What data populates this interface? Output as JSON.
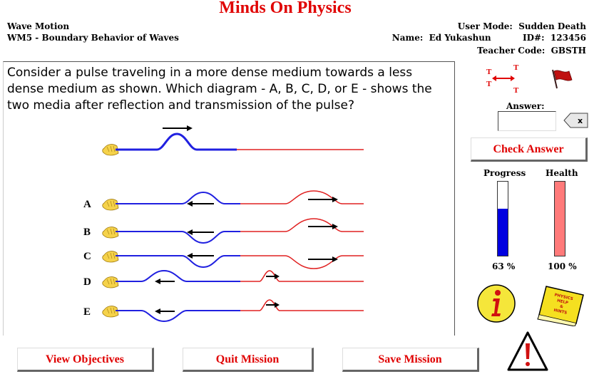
{
  "header": {
    "app_title": "Minds On Physics",
    "topic": "Wave Motion",
    "mission": "WM5 - Boundary Behavior of Waves",
    "user_mode_label": "User Mode:",
    "user_mode": "Sudden Death",
    "name_label": "Name:",
    "name": "Ed Yukashun",
    "id_label": "ID#:",
    "id": "123456",
    "teacher_code_label": "Teacher Code:",
    "teacher_code": "GBSTH"
  },
  "question": {
    "text": "Consider a pulse traveling in a more dense medium towards a less dense medium as shown. Which diagram - A, B, C, D, or E - shows the two media after reflection and transmission of the pulse?",
    "options": [
      "A",
      "B",
      "C",
      "D",
      "E"
    ]
  },
  "tools": {
    "translate_icon_letters": [
      "T",
      "T",
      "T",
      "T"
    ],
    "answer_label": "Answer:",
    "answer_value": "",
    "clear_label": "x",
    "check_answer": "Check Answer"
  },
  "status": {
    "progress_label": "Progress",
    "progress_percent": 63,
    "progress_text": "63 %",
    "health_label": "Health",
    "health_percent": 100,
    "health_text": "100 %"
  },
  "help_book": {
    "lines": [
      "PHYSICS",
      "HELP",
      "&",
      "HINTS"
    ]
  },
  "buttons": {
    "view_objectives": "View Objectives",
    "quit_mission": "Quit Mission",
    "save_mission": "Save Mission"
  },
  "colors": {
    "title": "#e00000",
    "dense_medium": "#2020e0",
    "less_dense_medium": "#e02020",
    "progress_fill": "#0000e0",
    "health_fill": "#ff7a7a",
    "hand": "#f5d24a",
    "info_icon": "#f5e63a"
  }
}
